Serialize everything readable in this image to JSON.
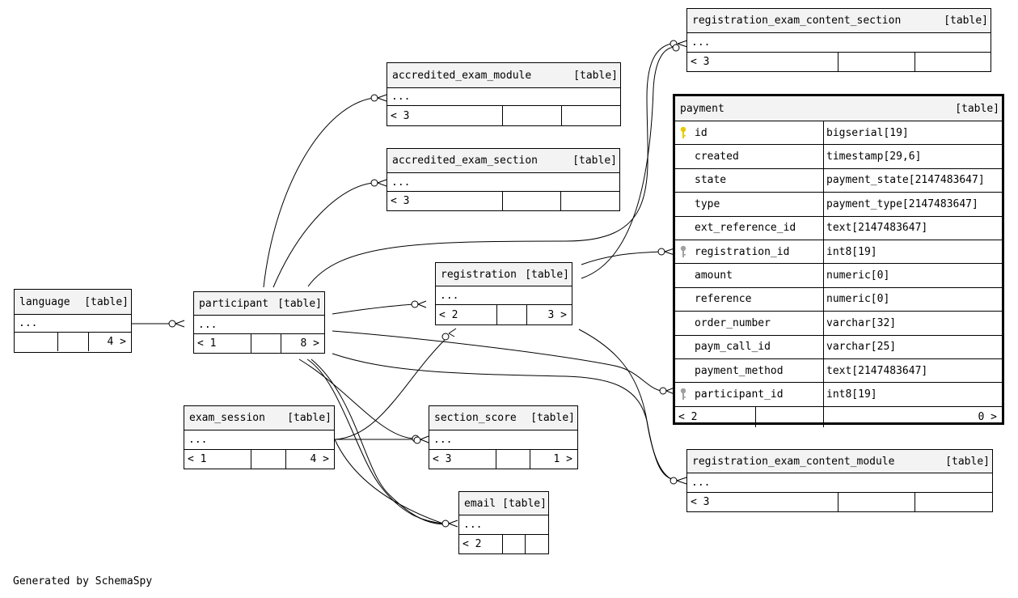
{
  "tables": {
    "language": {
      "name": "language",
      "tag": "[table]",
      "body": "...",
      "parents": "",
      "children": "4 >"
    },
    "participant": {
      "name": "participant",
      "tag": "[table]",
      "body": "...",
      "parents": "< 1",
      "children": "8 >"
    },
    "registration": {
      "name": "registration",
      "tag": "[table]",
      "body": "...",
      "parents": "< 2",
      "children": "3 >"
    },
    "accredited_exam_module": {
      "name": "accredited_exam_module",
      "tag": "[table]",
      "body": "...",
      "parents": "< 3",
      "children": ""
    },
    "accredited_exam_section": {
      "name": "accredited_exam_section",
      "tag": "[table]",
      "body": "...",
      "parents": "< 3",
      "children": ""
    },
    "registration_exam_content_section": {
      "name": "registration_exam_content_section",
      "tag": "[table]",
      "body": "...",
      "parents": "< 3",
      "children": ""
    },
    "registration_exam_content_module": {
      "name": "registration_exam_content_module",
      "tag": "[table]",
      "body": "...",
      "parents": "< 3",
      "children": ""
    },
    "exam_session": {
      "name": "exam_session",
      "tag": "[table]",
      "body": "...",
      "parents": "< 1",
      "children": "4 >"
    },
    "section_score": {
      "name": "section_score",
      "tag": "[table]",
      "body": "...",
      "parents": "< 3",
      "children": "1 >"
    },
    "email": {
      "name": "email",
      "tag": "[table]",
      "body": "...",
      "parents": "< 2",
      "children": ""
    },
    "payment": {
      "name": "payment",
      "tag": "[table]",
      "parents": "< 2",
      "children": "0 >",
      "columns": [
        {
          "name": "id",
          "type": "bigserial[19]",
          "key": "primary"
        },
        {
          "name": "created",
          "type": "timestamp[29,6]",
          "key": ""
        },
        {
          "name": "state",
          "type": "payment_state[2147483647]",
          "key": ""
        },
        {
          "name": "type",
          "type": "payment_type[2147483647]",
          "key": ""
        },
        {
          "name": "ext_reference_id",
          "type": "text[2147483647]",
          "key": ""
        },
        {
          "name": "registration_id",
          "type": "int8[19]",
          "key": "foreign"
        },
        {
          "name": "amount",
          "type": "numeric[0]",
          "key": ""
        },
        {
          "name": "reference",
          "type": "numeric[0]",
          "key": ""
        },
        {
          "name": "order_number",
          "type": "varchar[32]",
          "key": ""
        },
        {
          "name": "paym_call_id",
          "type": "varchar[25]",
          "key": ""
        },
        {
          "name": "payment_method",
          "type": "text[2147483647]",
          "key": ""
        },
        {
          "name": "participant_id",
          "type": "int8[19]",
          "key": "foreign"
        }
      ]
    }
  },
  "colors": {
    "primary_key": "#e8c800",
    "foreign_key": "#a0a0a0",
    "header_bg": "#f3f3f3"
  },
  "footer": "Generated by SchemaSpy"
}
